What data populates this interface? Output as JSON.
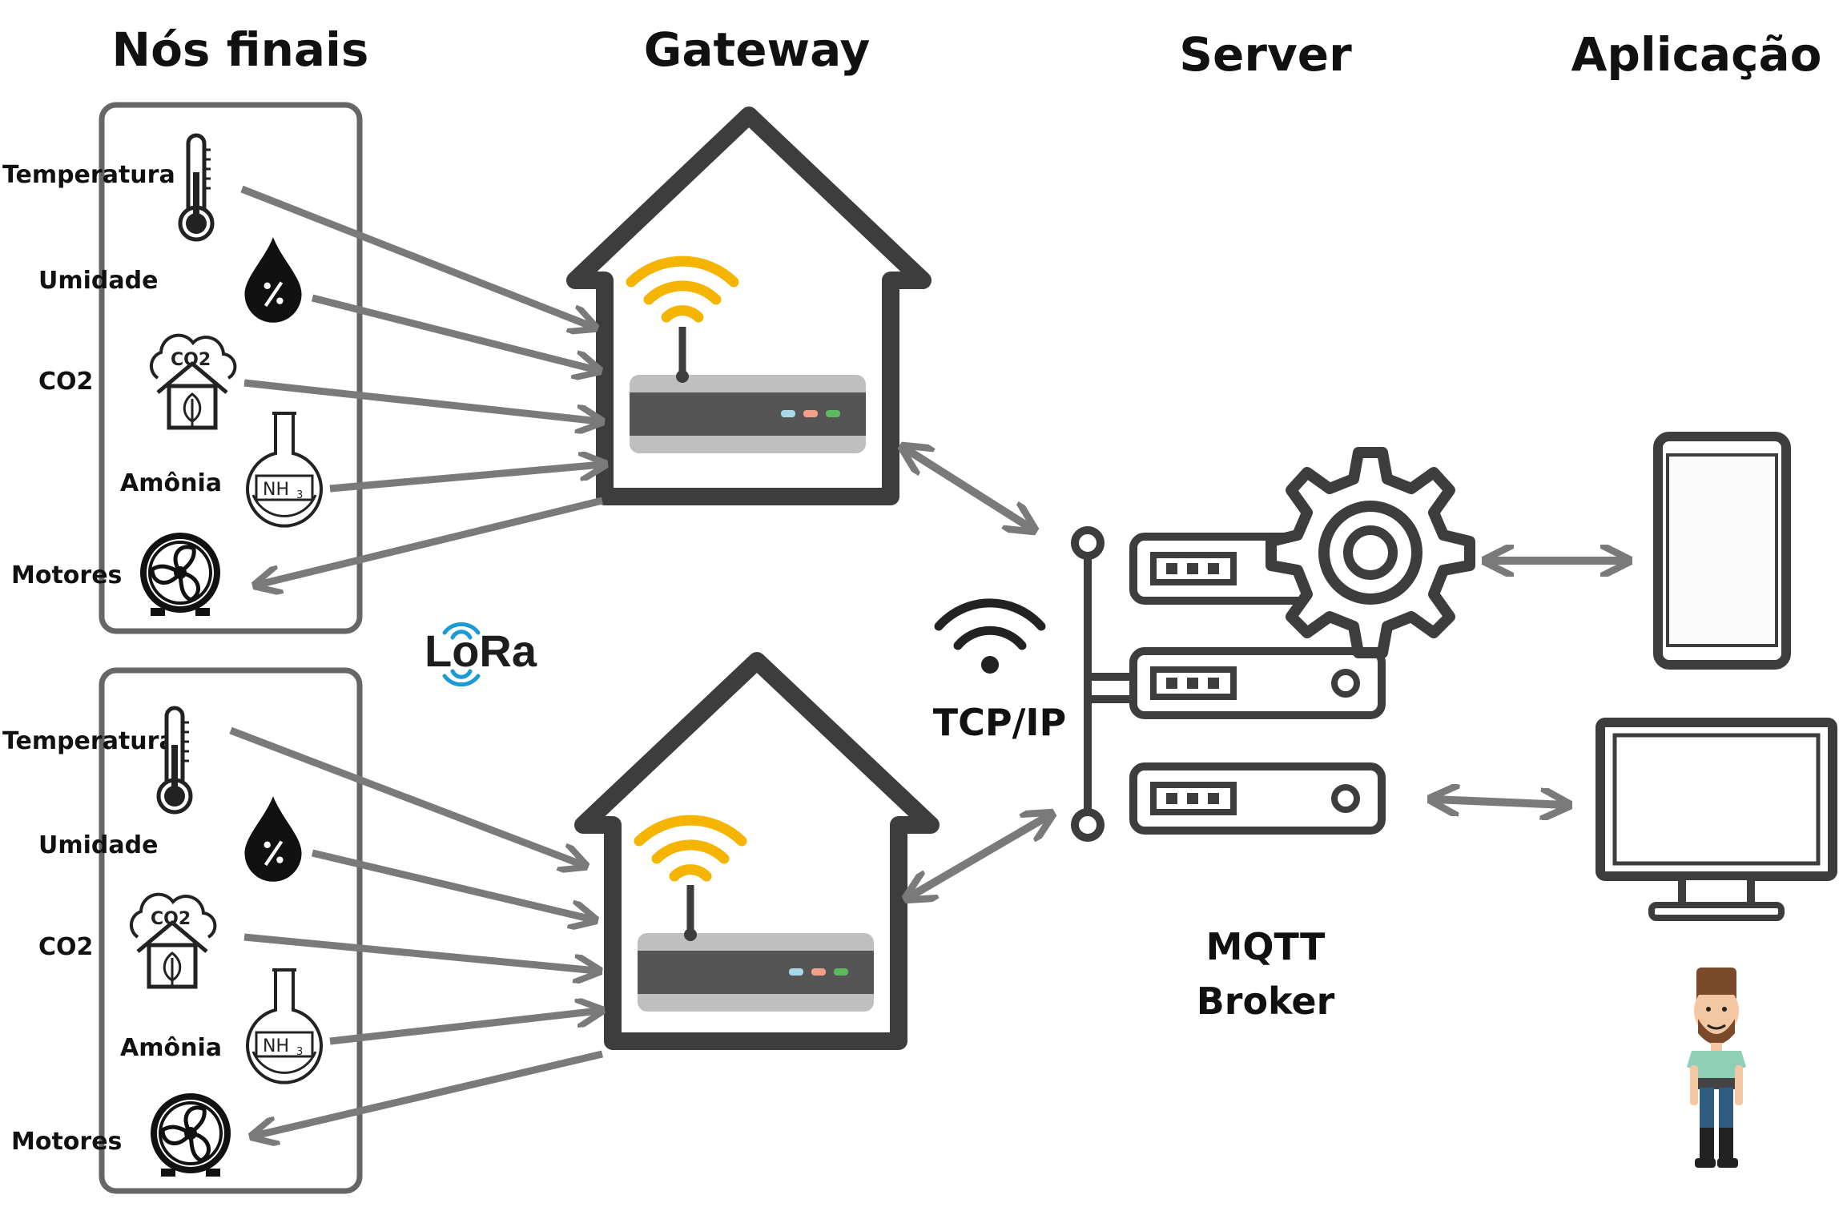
{
  "headers": {
    "end_nodes": "Nós finais",
    "gateway": "Gateway",
    "server": "Server",
    "application": "Aplicação"
  },
  "node_groups": [
    {
      "sensors": [
        {
          "label": "Temperatura",
          "icon": "thermometer-icon"
        },
        {
          "label": "Umidade",
          "icon": "humidity-drop-icon"
        },
        {
          "label": "CO2",
          "icon": "co2-cloud-house-icon"
        },
        {
          "label": "Amônia",
          "icon": "ammonia-flask-icon",
          "formula": "NH3"
        },
        {
          "label": "Motores",
          "icon": "fan-motor-icon"
        }
      ]
    },
    {
      "sensors": [
        {
          "label": "Temperatura",
          "icon": "thermometer-icon"
        },
        {
          "label": "Umidade",
          "icon": "humidity-drop-icon"
        },
        {
          "label": "CO2",
          "icon": "co2-cloud-house-icon"
        },
        {
          "label": "Amônia",
          "icon": "ammonia-flask-icon",
          "formula": "NH3"
        },
        {
          "label": "Motores",
          "icon": "fan-motor-icon"
        }
      ]
    }
  ],
  "lora_logo": "LoRa",
  "tcp_label": "TCP/IP",
  "broker": {
    "line1": "MQTT",
    "line2": "Broker"
  },
  "colors": {
    "dark": "#3d3d3d",
    "arrow": "#7a7a7a",
    "wifi_yellow": "#f5b400",
    "lora_blue": "#1a9ad6",
    "led_blue": "#a8d8ea",
    "led_pink": "#f2a08a",
    "led_green": "#5cb85c"
  }
}
